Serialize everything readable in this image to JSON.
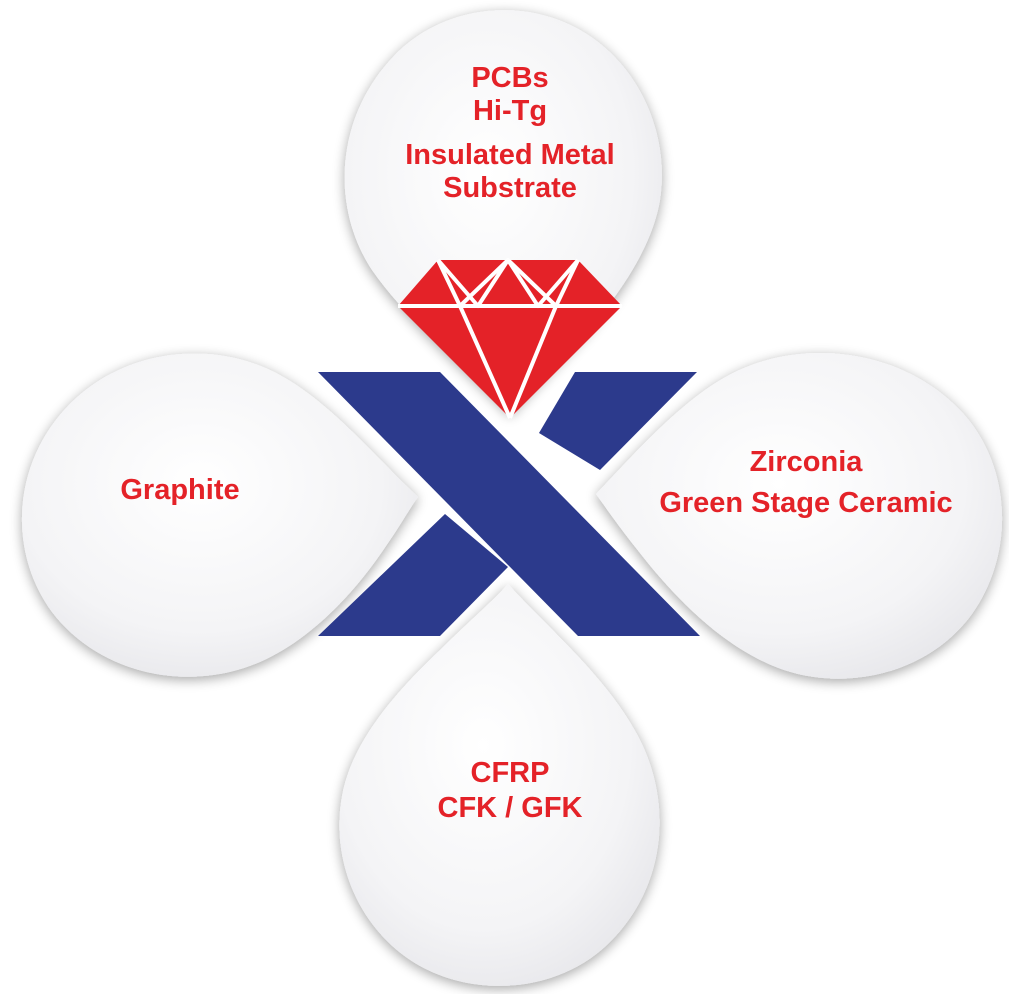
{
  "colors": {
    "accent": "#e42228",
    "x_mark": "#2c3a8c",
    "petal": "#f4f4f6"
  },
  "petals": {
    "top": {
      "lines": [
        "PCBs",
        "Hi-Tg",
        "Insulated Metal",
        "Substrate"
      ]
    },
    "left": {
      "lines": [
        "Graphite"
      ]
    },
    "right": {
      "lines": [
        "Zirconia",
        "Green Stage Ceramic"
      ]
    },
    "bottom": {
      "lines": [
        "CFRP",
        "CFK / GFK"
      ]
    }
  },
  "center_mark": {
    "icon": "x-logo-icon",
    "jewel_icon": "diamond-icon"
  }
}
